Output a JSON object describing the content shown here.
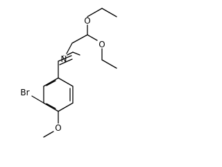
{
  "molecule": {
    "atoms": {
      "nitrogen": "N",
      "oxygen_upper_ethoxy": "O",
      "oxygen_right_ethoxy": "O",
      "oxygen_methoxy": "O",
      "bromine": "Br"
    },
    "colors": {
      "bond": "#000000",
      "text": "#000000",
      "background": "#ffffff"
    }
  }
}
